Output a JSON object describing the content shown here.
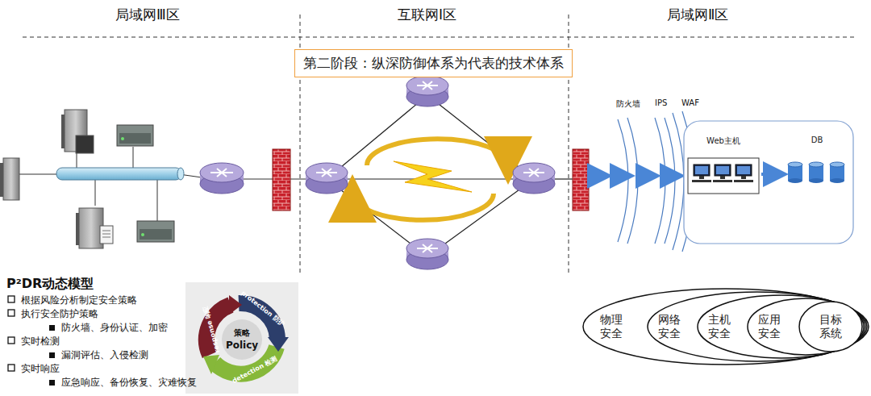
{
  "diagram": {
    "nodes": [
      {
        "text": [
          "第二阶段：纵深防御体系为代表的技术体系"
        ]
      },
      {
        "text": [
          "Web主机"
        ]
      },
      {
        "text": [
          "DB"
        ]
      },
      {
        "text": [
          "物理安全"
        ]
      },
      {
        "text": [
          "网络安全"
        ],
        "in": 3
      },
      {
        "text": [
          "主机安全"
        ],
        "in": 4
      },
      {
        "text": [
          "应用安全"
        ],
        "in": 5
      },
      {
        "text": [
          "目标系统"
        ],
        "in": 6
      }
    ],
    "edges": [
      {
        "from": 1,
        "to": 2,
        "arrow": "to"
      }
    ],
    "labels": [
      "局域网Ⅲ区",
      "互联网Ⅰ区",
      "局域网Ⅱ区",
      "防火墙",
      "IPS",
      "WAF",
      "P²DR动态模型",
      "根据风险分析制定安全策略",
      "执行安全防护策略",
      "防火墙、身份认证、加密",
      "实时检测",
      "漏洞评估、入侵检测",
      "实时响应",
      "应急响应、备份恢复、灾难恢复",
      "策略",
      "Policy",
      "protection 防护",
      "detection 检测",
      "response 响应"
    ]
  }
}
